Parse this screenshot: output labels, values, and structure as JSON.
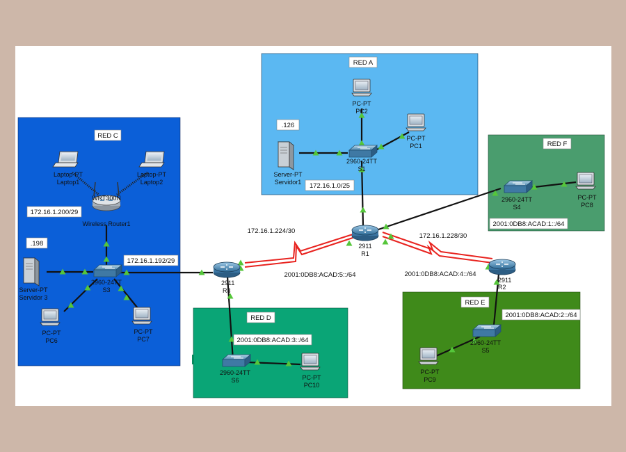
{
  "colors": {
    "background": "#cdb7a9",
    "canvas": "#ffffff",
    "zone_a": "#5bb8f2",
    "zone_c": "#0b5fd8",
    "zone_d": "#0aa576",
    "zone_e": "#3f8a1a",
    "zone_f": "#4a9d6e",
    "serial_link": "#e8231f",
    "ethernet_link": "#111111",
    "port_up": "#55c63a"
  },
  "zones": {
    "a": {
      "title": "RED A",
      "ip": "172.16.1.0/25",
      "host_ip": ".126"
    },
    "c": {
      "title": "RED C",
      "router_ip": "172.16.1.200/29",
      "host_ip": ".198"
    },
    "d": {
      "title": "RED D",
      "ipv6": "2001:0DB8:ACAD:3::/64"
    },
    "e": {
      "title": "RED E",
      "ipv6": "2001:0DB8:ACAD:2::/64"
    },
    "f": {
      "title": "RED F",
      "ipv6": "2001:0DB8:ACAD:1::/64"
    }
  },
  "links": {
    "r3_s3": "172.16.1.192/29",
    "r1_r3_v4": "172.16.1.224/30",
    "r1_r3_v6": "2001:0DB8:ACAD:5::/64",
    "r1_r2_v4": "172.16.1.228/30",
    "r1_r2_v6": "2001:0DB8:ACAD:4::/64"
  },
  "devices": {
    "pc2": {
      "model": "PC-PT",
      "name": "PC2"
    },
    "pc1": {
      "model": "PC-PT",
      "name": "PC1"
    },
    "s1": {
      "model": "2960-24TT",
      "name": "S1"
    },
    "servidor1": {
      "model": "Server-PT",
      "name": "Servidor1"
    },
    "r1": {
      "model": "2911",
      "name": "R1"
    },
    "s4": {
      "model": "2960-24TT",
      "name": "S4"
    },
    "pc8": {
      "model": "PC-PT",
      "name": "PC8"
    },
    "r2": {
      "model": "2911",
      "name": "R2"
    },
    "s5": {
      "model": "2960-24TT",
      "name": "S5"
    },
    "pc9": {
      "model": "PC-PT",
      "name": "PC9"
    },
    "r3": {
      "model": "2911",
      "name": "R3"
    },
    "s6": {
      "model": "2960-24TT",
      "name": "S6"
    },
    "pc10": {
      "model": "PC-PT",
      "name": "PC10"
    },
    "laptop1": {
      "model": "Laptop-PT",
      "name": "Laptop1"
    },
    "laptop2": {
      "model": "Laptop-PT",
      "name": "Laptop2"
    },
    "wrouter": {
      "model": "WRT300N",
      "name": "Wireless Router1"
    },
    "s3": {
      "model": "2960-24TT",
      "name": "S3"
    },
    "servidor3": {
      "model": "Server-PT",
      "name": "Servidor 3"
    },
    "pc6": {
      "model": "PC-PT",
      "name": "PC6"
    },
    "pc7": {
      "model": "PC-PT",
      "name": "PC7"
    }
  }
}
